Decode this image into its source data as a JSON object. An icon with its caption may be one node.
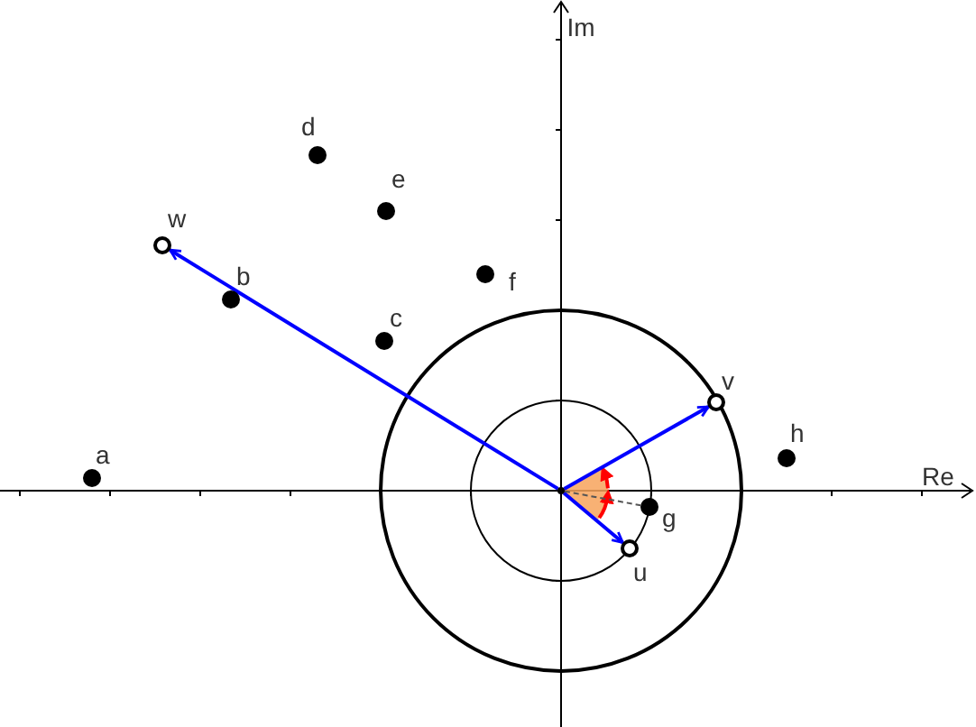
{
  "diagram": {
    "nodes": [
      {
        "text": [
          "a"
        ]
      },
      {
        "text": [
          "b"
        ]
      },
      {
        "text": [
          "c"
        ]
      },
      {
        "text": [
          "d"
        ]
      },
      {
        "text": [
          "e"
        ]
      },
      {
        "text": [
          "f"
        ]
      },
      {
        "text": [
          "g"
        ]
      },
      {
        "text": [
          "h"
        ]
      },
      {
        "text": [
          "u"
        ]
      },
      {
        "text": [
          "v"
        ]
      },
      {
        "text": [
          "w"
        ]
      },
      {
        "text": [],
        "shape": "circle"
      }
    ],
    "edges": [
      {
        "from": 11,
        "to": 10,
        "arrow": "to",
        "color": "#0000ff"
      },
      {
        "from": 11,
        "to": 9,
        "arrow": "to",
        "color": "#0000ff"
      },
      {
        "from": 11,
        "to": 8,
        "arrow": "to",
        "color": "#0000ff"
      },
      {
        "from": 11,
        "to": 6,
        "arrow": "none",
        "style": "dashed",
        "color": "#555555"
      }
    ],
    "labels": [
      "Im",
      "Re"
    ]
  }
}
